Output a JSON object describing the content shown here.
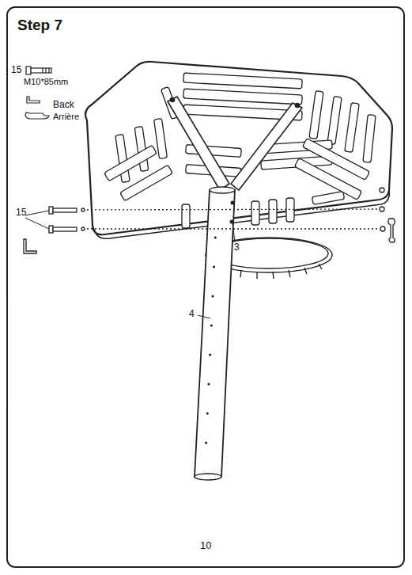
{
  "diagram": {
    "title": "Step 7",
    "labels": [
      "15",
      "M10*85mm",
      "Back",
      "Arrière",
      "15",
      "3",
      "4",
      "10"
    ]
  }
}
